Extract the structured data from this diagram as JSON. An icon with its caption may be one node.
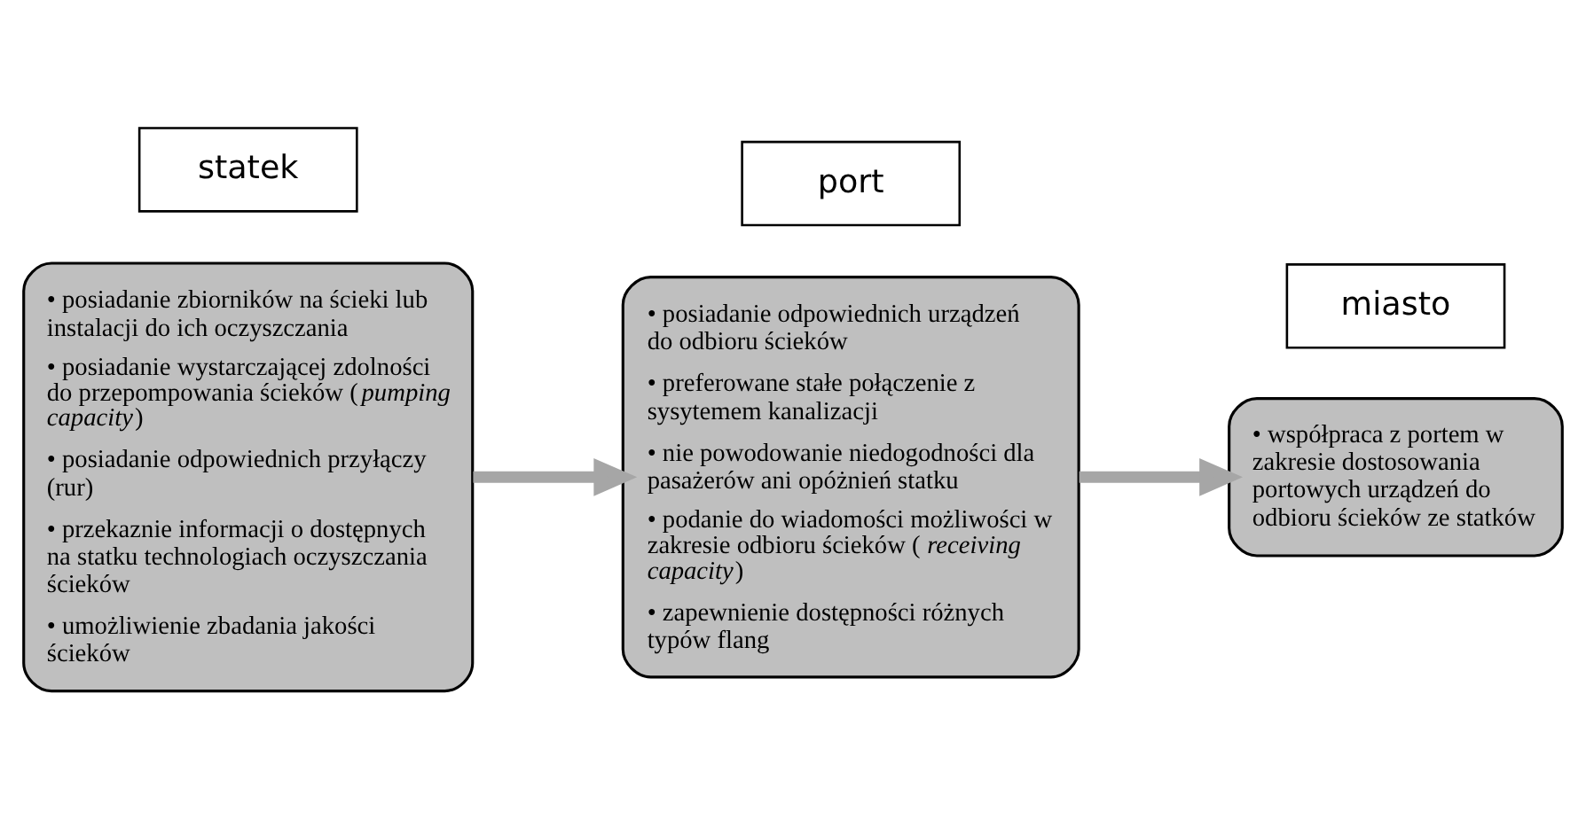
{
  "diagram": {
    "nodes": [
      {
        "text": [
          "• posiadanie zbiorników na ścieki lub instalacji do ich oczyszczania",
          "• posiadanie wystarczającej zdolności do przepompowania ścieków (*pumping capacity*)",
          "• posiadanie odpowiednich przyłączy (rur)",
          "• przekaznie informacji o dostępnych na statku technologiach oczyszczania ścieków",
          "• umożliwienie zbadania jakości ścieków"
        ]
      },
      {
        "text": [
          "statek"
        ]
      },
      {
        "text": [
          "port"
        ]
      },
      {
        "text": [
          "• posiadanie odpowiednich urządzeń do odbioru ścieków",
          "• preferowane stałe połączenie z sysytemem kanalizacji",
          "• nie powodowanie niedogodności dla pasażerów ani opóżnień statku",
          "• podanie do wiadomości możliwości w zakresie odbioru ścieków (*receiving capacity*)",
          "• zapewnienie dostępności różnych typów flang"
        ]
      },
      {
        "text": [
          "• współpraca z portem w zakresie dostosowania portowych urządzeń do odbioru ścieków ze statków"
        ]
      },
      {
        "text": [
          "miasto"
        ]
      }
    ],
    "edges": [
      {
        "from": 0,
        "to": 3,
        "arrow": "to"
      },
      {
        "from": 3,
        "to": 4,
        "arrow": "to"
      }
    ]
  }
}
